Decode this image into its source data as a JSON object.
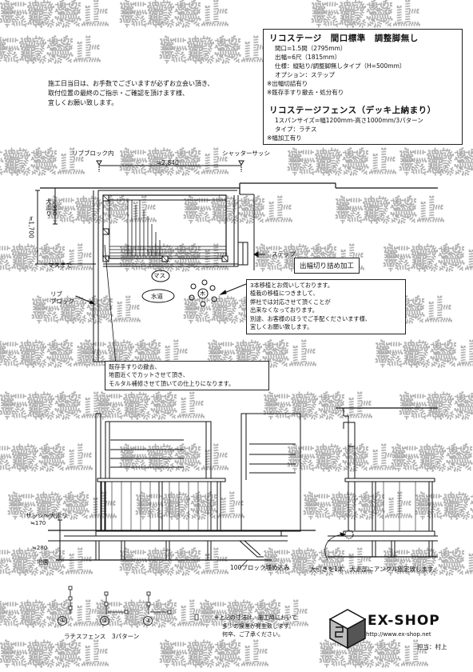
{
  "spec": {
    "title": "リコステージ　間口標準　調整脚無し",
    "lines": [
      "間口=1.5間（2795mm）",
      "出幅=6尺（1815mm）",
      "仕様：縦貼り/調整脚無しタイプ（H=500mm）",
      "オプション：ステップ",
      "※出幅切詰有り",
      "※既存手すり撤去・処分有り"
    ],
    "fence_title": "リコステージフェンス（デッキ上納まり）",
    "fence_lines": [
      "1スパンサイズ=幅1200mm-高さ1000mm/3パターン",
      "タイプ：ラチス",
      "※幅加工有り"
    ]
  },
  "intro_note": [
    "施工日当日は、お手数でございますが必ずお立会い頂き、",
    "取付位置の最終のご指示・ご確認を頂けます様、",
    "宜しくお願い致します。"
  ],
  "watermark": "転載禁止",
  "plan": {
    "rib_block_in": "リブブロック内",
    "shutter_sash": "シャッターサッシ",
    "width": "≒2,840",
    "rafter": "犬走り",
    "rafter_dim": "≒990",
    "depth_dim": "≒1,700",
    "to_mass": "マスまで",
    "step": "ステップ",
    "cut_tag": "出幅切り詰め加工",
    "mass": "マス",
    "water": "水道",
    "tree": "木",
    "rib_block": "リブ\nブロック"
  },
  "tree_note": [
    "3本移植とお伺いしております。",
    "植栽の移植につきまして、",
    "弊社では対応させて頂くことが",
    "出来なくなっております。",
    "別途、お客様のほうでご手配くださいます様、",
    "宜しくお願い致します。"
  ],
  "rail_note": [
    "既存手すりの撤去、",
    "地面近くでカットさせて頂き、",
    "モルタル補修させて頂いての仕上りになります。"
  ],
  "elev": {
    "sash_label": "サッシ～犬走り",
    "sash_dim": "≒170",
    "h280": "≒280",
    "ground": "地面",
    "block": "100ブロック埋め込み",
    "angle_note": "大引きを1本、犬走部にアングル固定致します。"
  },
  "fence_patterns": {
    "label": "ラチスフェンス　3パターン",
    "n1": "①",
    "n2": "②",
    "n3": "③"
  },
  "footer": {
    "note": [
      "※上記の寸法は、施工時において",
      "多少の誤差が発生致します。",
      "何卒、ご了承ください。"
    ],
    "brand": "EX-SHOP",
    "url": "http://www.ex-shop.net",
    "staff": "担当：村上"
  }
}
